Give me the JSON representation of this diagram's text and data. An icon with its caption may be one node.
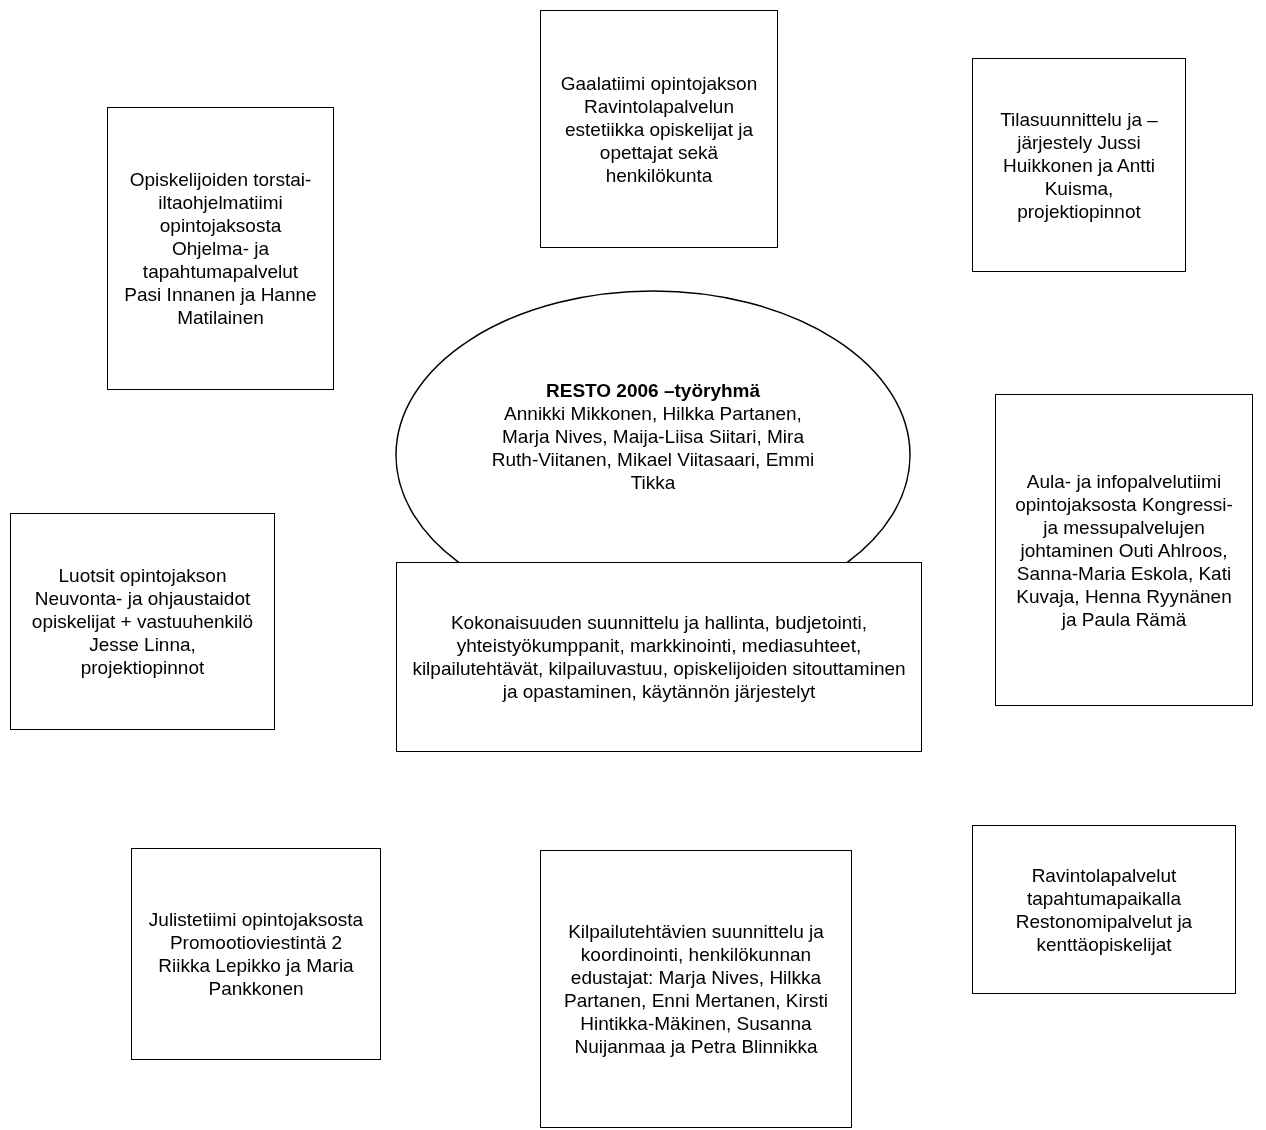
{
  "diagram": {
    "nodes": [
      {
        "text": [
          "Gaalatiimi opintojakson Ravintolapalvelun estetiikka opiskelijat ja opettajat sekä henkilökunta"
        ]
      },
      {
        "text": [
          "Tilasuunnittelu ja – järjestely Jussi Huikkonen ja Antti Kuisma, projektiopinnot"
        ]
      },
      {
        "text": [
          "Opiskelijoiden torstai-iltaohjelmatiimi opintojaksosta Ohjelma- ja tapahtumapalvelut Pasi Innanen ja Hanne Matilainen"
        ]
      },
      {
        "text": [
          "RESTO 2006 –työryhmä",
          "Annikki Mikkonen, Hilkka Partanen, Marja Nives, Maija-Liisa Siitari, Mira Ruth-Viitanen, Mikael Viitasaari, Emmi Tikka"
        ]
      },
      {
        "text": [
          "Aula- ja infopalvelutiimi opintojaksosta Kongressi- ja messupalvelujen johtaminen Outi Ahlroos, Sanna-Maria Eskola, Kati Kuvaja, Henna Ryynänen ja Paula Rämä"
        ]
      },
      {
        "text": [
          "Luotsit opintojakson Neuvonta- ja ohjaustaidot opiskelijat + vastuuhenkilö Jesse Linna, projektiopinnot"
        ]
      },
      {
        "text": [
          "Kokonaisuuden suunnittelu ja hallinta, budjetointi, yhteistyökumppanit, markkinointi, mediasuhteet, kilpailutehtävät, kilpailuvastuu, opiskelijoiden sitouttaminen ja opastaminen, käytännön järjestelyt"
        ]
      },
      {
        "text": [
          "Ravintolapalvelut tapahtumapaikalla Restonomipalvelut ja kenttäopiskelijat"
        ]
      },
      {
        "text": [
          "Julistetiimi opintojaksosta Promootioviestintä 2 Riikka Lepikko ja Maria Pankkonen"
        ]
      },
      {
        "text": [
          "Kilpailutehtävien suunnittelu ja koordinointi, henkilökunnan edustajat: Marja Nives, Hilkka Partanen, Enni Mertanen, Kirsti Hintikka-Mäkinen, Susanna Nuijanmaa ja Petra Blinnikka"
        ]
      }
    ]
  }
}
